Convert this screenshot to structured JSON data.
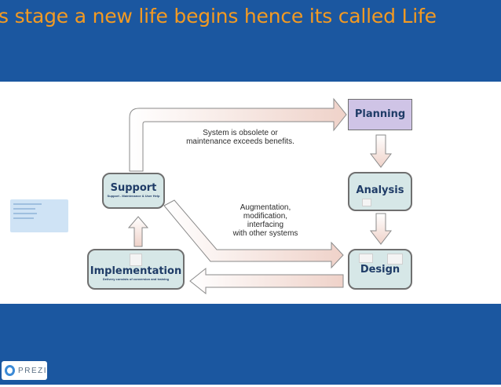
{
  "slide": {
    "title": "s stage a new life begins hence its called Life"
  },
  "diagram": {
    "planning": "Planning",
    "analysis": "Analysis",
    "design": "Design",
    "support": "Support",
    "support_sub": "Support - Maintenance & User Help",
    "implementation": "Implementation",
    "implementation_sub": "Delivery consists of conversion and training",
    "caption_top_1": "System is obsolete or",
    "caption_top_2": "maintenance exceeds benefits.",
    "caption_mid_1": "Augmentation,",
    "caption_mid_2": "modification,",
    "caption_mid_3": "interfacing",
    "caption_mid_4": "with other systems"
  },
  "prezi": {
    "label": "PREZI"
  },
  "colors": {
    "slide_bg": "#1b57a0",
    "title": "#f39a22",
    "box_fill": "#d6e7e7",
    "planning_fill": "#cfc4e6",
    "arrow_fill": "#f3dcd6"
  }
}
